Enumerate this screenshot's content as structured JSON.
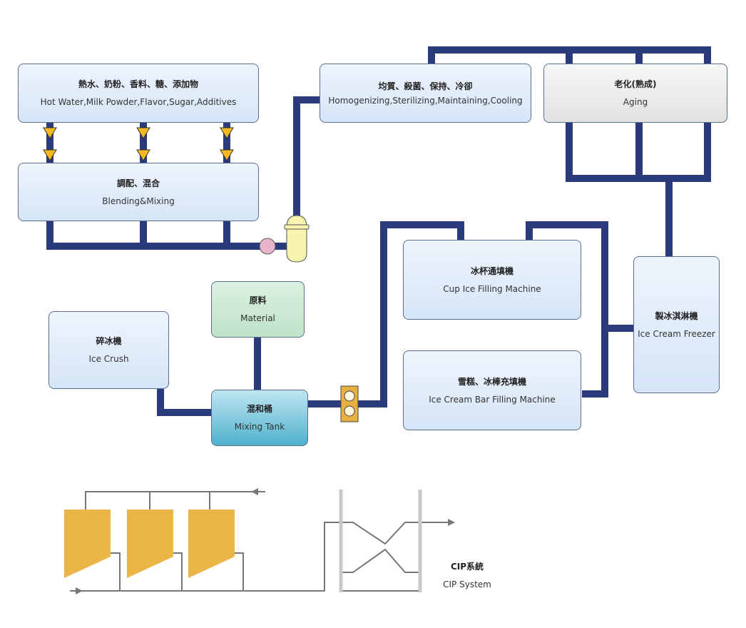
{
  "boxes": {
    "raw_inputs": {
      "zh": "熱水、奶粉、香料、糖、添加物",
      "en": "Hot Water,Milk Powder,Flavor,Sugar,Additives"
    },
    "blending": {
      "zh": "調配、混合",
      "en": "Blending&Mixing"
    },
    "homogenizing": {
      "zh": "均質、殺菌、保持、冷卻",
      "en": "Homogenizing,Sterilizing,Maintaining,Cooling"
    },
    "aging": {
      "zh": "老化(熟成)",
      "en": "Aging"
    },
    "cup_filling": {
      "zh": "冰杯通填機",
      "en": "Cup Ice Filling Machine"
    },
    "bar_filling": {
      "zh": "雪糕、冰棒充填機",
      "en": "Ice Cream Bar Filling Machine"
    },
    "freezer": {
      "zh": "製冰淇淋機",
      "en": "Ice Cream Freezer"
    },
    "ice_crush": {
      "zh": "碎冰機",
      "en": "Ice Crush"
    },
    "material": {
      "zh": "原料",
      "en": "Material"
    },
    "mixing_tank": {
      "zh": "混和桶",
      "en": "Mixing Tank"
    }
  },
  "cip": {
    "zh": "CIP系統",
    "en": "CIP System"
  },
  "colors": {
    "pipe": "#2b3a7a",
    "valve": "#f5b81e",
    "pump": "#e8b4cc",
    "vessel": "#f7f4b0",
    "filter": "#e8b040",
    "cip_tank": "#ecb548",
    "cip_line": "#777777",
    "cip_post": "#c8c8c8"
  },
  "icons": [
    "arrow-down-valve-icon",
    "pump-icon",
    "vessel-icon",
    "filter-icon",
    "arrow-right-icon",
    "arrow-left-icon"
  ]
}
